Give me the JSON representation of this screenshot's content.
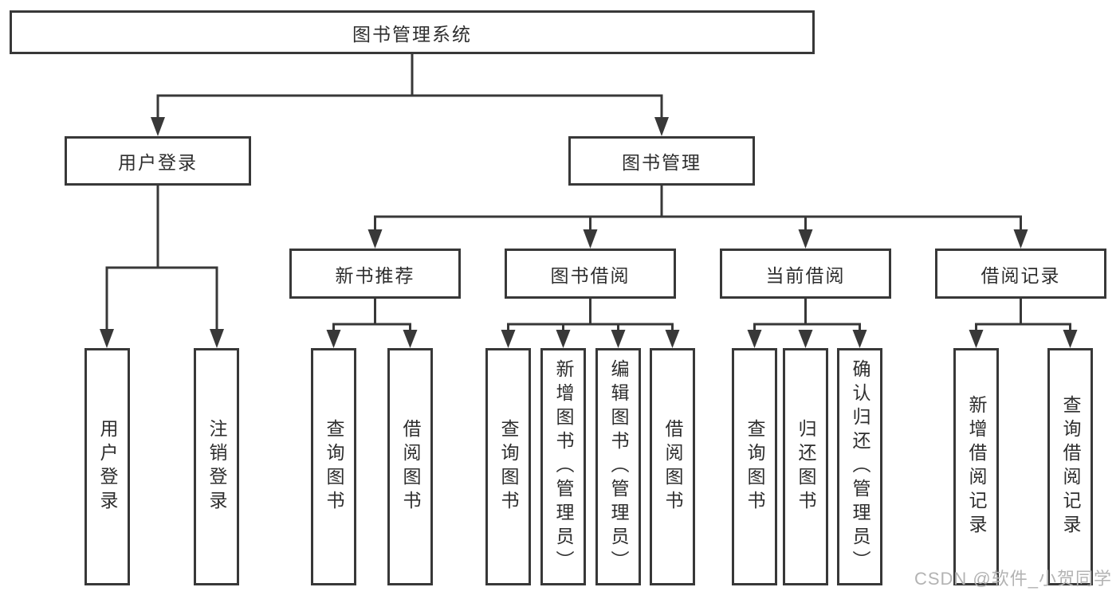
{
  "diagram": {
    "type": "tree-structure-chart",
    "colors": {
      "line": "#383838",
      "box_border": "#383838",
      "text": "#2e2e2e",
      "background": "#ffffff",
      "watermark": "#b3b3b3"
    },
    "nodes": {
      "root": {
        "label": "图书管理系统"
      },
      "user_login": {
        "label": "用户登录"
      },
      "book_mgmt": {
        "label": "图书管理"
      },
      "new_book_rec": {
        "label": "新书推荐"
      },
      "book_borrow": {
        "label": "图书借阅"
      },
      "current_borrow": {
        "label": "当前借阅"
      },
      "borrow_records": {
        "label": "借阅记录"
      },
      "leaf_user_login": {
        "label": "用户登录"
      },
      "leaf_logout": {
        "label": "注销登录"
      },
      "leaf_query_book_1": {
        "label": "查询图书"
      },
      "leaf_borrow_book_1": {
        "label": "借阅图书"
      },
      "leaf_query_book_2": {
        "label": "查询图书"
      },
      "leaf_add_book": {
        "label": "新增图书（管理员）"
      },
      "leaf_edit_book": {
        "label": "编辑图书（管理员）"
      },
      "leaf_borrow_book_2": {
        "label": "借阅图书"
      },
      "leaf_query_book_3": {
        "label": "查询图书"
      },
      "leaf_return_book": {
        "label": "归还图书"
      },
      "leaf_confirm_return": {
        "label": "确认归还（管理员）"
      },
      "leaf_add_record": {
        "label": "新增借阅记录"
      },
      "leaf_query_record": {
        "label": "查询借阅记录"
      }
    },
    "edges": [
      [
        "root",
        "user_login"
      ],
      [
        "root",
        "book_mgmt"
      ],
      [
        "user_login",
        "leaf_user_login"
      ],
      [
        "user_login",
        "leaf_logout"
      ],
      [
        "book_mgmt",
        "new_book_rec"
      ],
      [
        "book_mgmt",
        "book_borrow"
      ],
      [
        "book_mgmt",
        "current_borrow"
      ],
      [
        "book_mgmt",
        "borrow_records"
      ],
      [
        "new_book_rec",
        "leaf_query_book_1"
      ],
      [
        "new_book_rec",
        "leaf_borrow_book_1"
      ],
      [
        "book_borrow",
        "leaf_query_book_2"
      ],
      [
        "book_borrow",
        "leaf_add_book"
      ],
      [
        "book_borrow",
        "leaf_edit_book"
      ],
      [
        "book_borrow",
        "leaf_borrow_book_2"
      ],
      [
        "current_borrow",
        "leaf_query_book_3"
      ],
      [
        "current_borrow",
        "leaf_return_book"
      ],
      [
        "current_borrow",
        "leaf_confirm_return"
      ],
      [
        "borrow_records",
        "leaf_add_record"
      ],
      [
        "borrow_records",
        "leaf_query_record"
      ]
    ],
    "watermark": "CSDN @软件_小贺同学"
  }
}
